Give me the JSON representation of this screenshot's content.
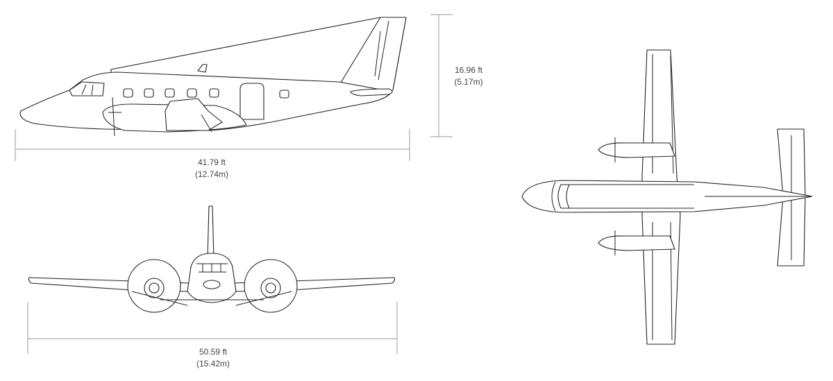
{
  "dimensions": {
    "height": {
      "ft": "16.96 ft",
      "m": "(5.17m)"
    },
    "length": {
      "ft": "41.79 ft",
      "m": "(12.74m)"
    },
    "wingspan": {
      "ft": "50.59 ft",
      "m": "(15.42m)"
    }
  }
}
